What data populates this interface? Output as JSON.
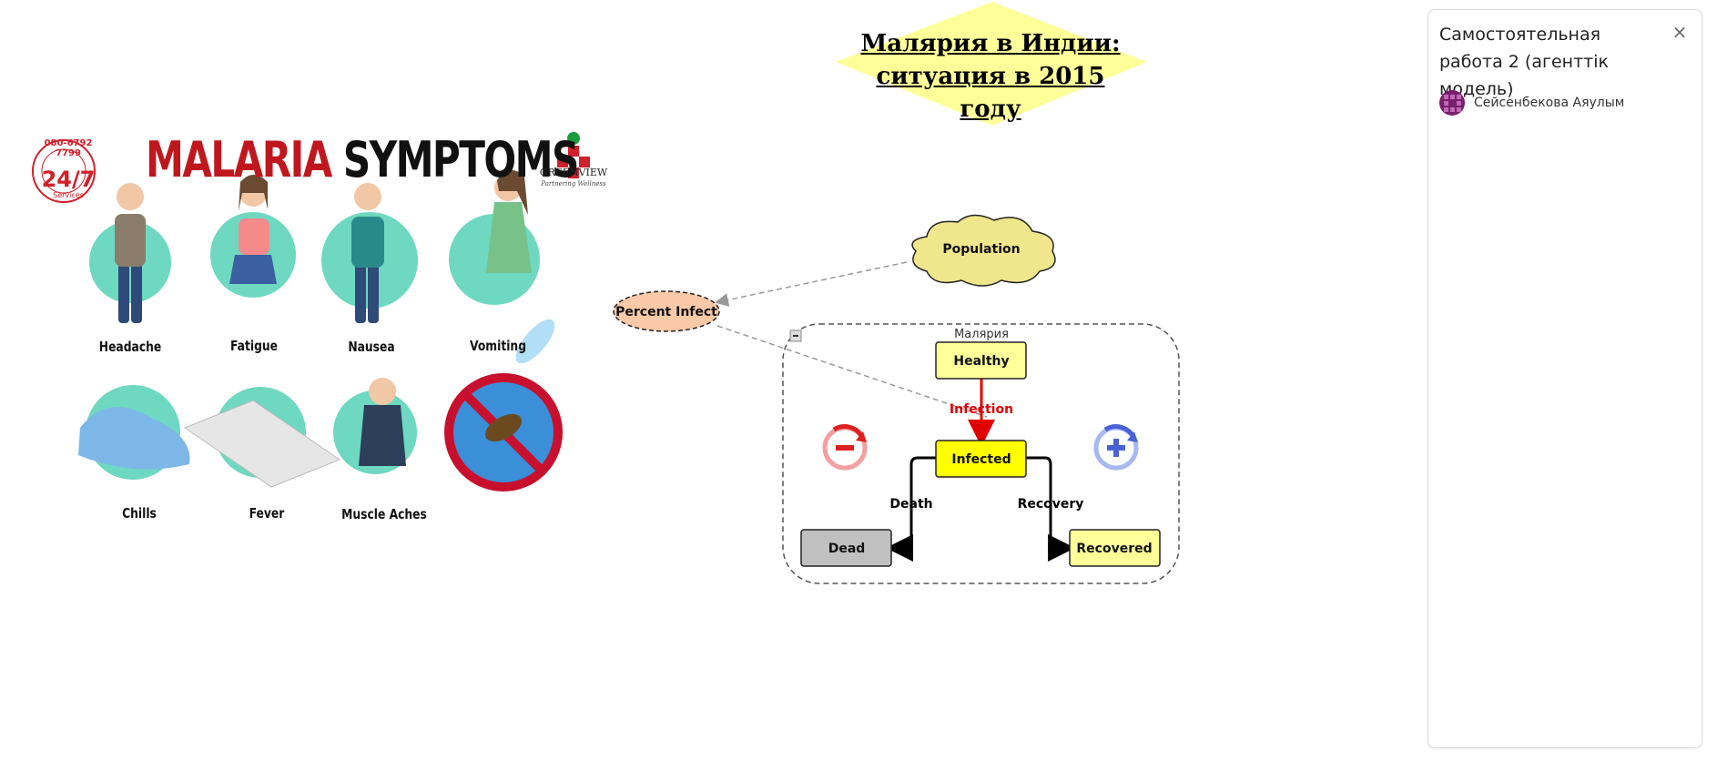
{
  "diagram": {
    "title_line1": "Малярия в Индии:",
    "title_line2": "ситуация в 2015 году",
    "folder_label": "Малярия",
    "nodes": {
      "population": "Population",
      "percent_infect": "Percent Infect",
      "healthy": "Healthy",
      "infected": "Infected",
      "dead": "Dead",
      "recovered": "Recovered"
    },
    "links": {
      "infection": "Infection",
      "death": "Death",
      "recovery": "Recovery"
    },
    "colors": {
      "stock_fill": "#ffff99",
      "infected_fill": "#ffff00",
      "dead_fill": "#c0c0c0",
      "cloud_fill": "#f0e68c",
      "variable_fill": "#f9c9a8",
      "infection_flow": "#e00000",
      "title_bg": "#ffff99"
    }
  },
  "symptoms_image": {
    "title_part1": "MALARIA",
    "title_part2": "SYMPTOMS",
    "phone": "080-6792 7799",
    "badge": "24/7",
    "badge_sub": "Services",
    "brand": "GREENVIEW",
    "brand_tagline": "Partnering Wellness",
    "labels": [
      "Headache",
      "Fatigue",
      "Nausea",
      "Vomiting",
      "Chills",
      "Fever",
      "Muscle Aches"
    ]
  },
  "panel": {
    "title": "Самостоятельная работа 2 (агенттік модель)",
    "close_label": "×",
    "author": "Сейсенбекова Аяулым"
  }
}
